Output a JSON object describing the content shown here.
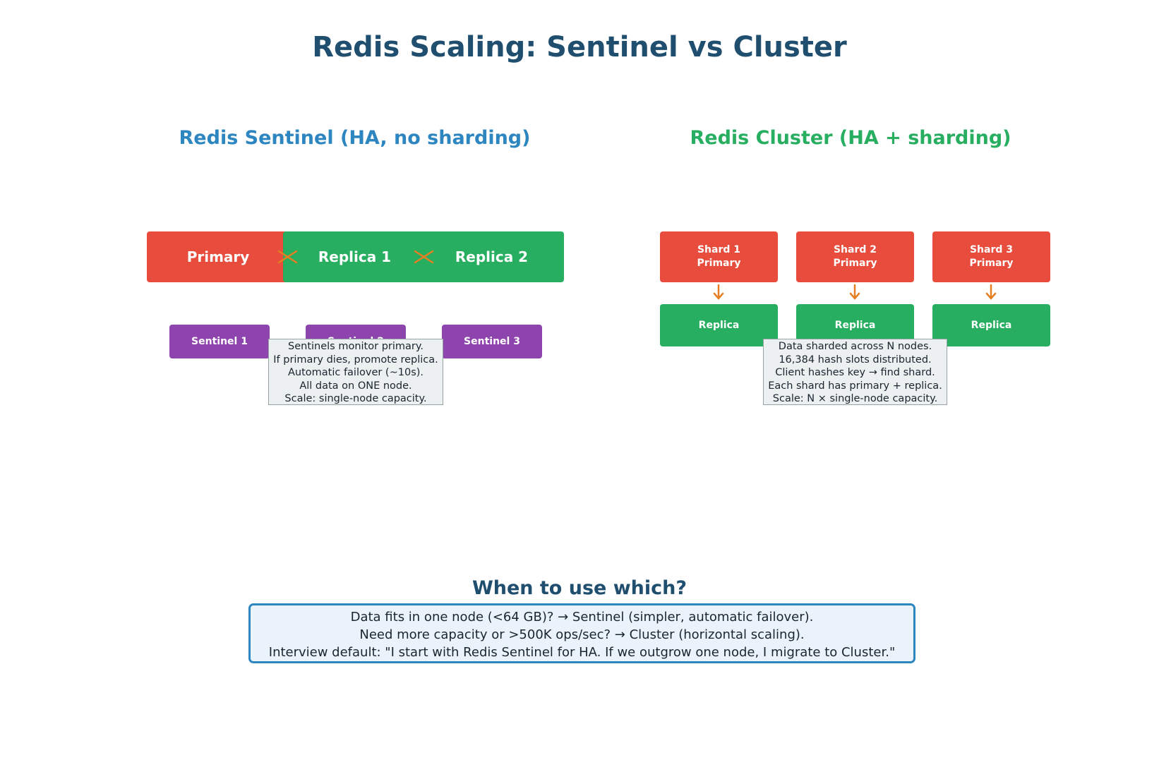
{
  "title": "Redis Scaling: Sentinel vs Cluster",
  "colors": {
    "primary": "#e74c3c",
    "replica": "#27ae60",
    "sentinel": "#8e44ad",
    "arrow": "#e67e22",
    "sentinel_heading": "#2e86c1",
    "cluster_heading": "#27ae60",
    "title": "#1f4e6e"
  },
  "sentinel_section": {
    "heading": "Redis Sentinel (HA, no sharding)",
    "nodes": {
      "primary": "Primary",
      "replica1": "Replica 1",
      "replica2": "Replica 2"
    },
    "sentinels": [
      "Sentinel 1",
      "Sentinel 2",
      "Sentinel 3"
    ],
    "notes": [
      "Sentinels monitor primary.",
      "If primary dies, promote replica.",
      "Automatic failover (~10s).",
      "All data on ONE node.",
      "Scale: single-node capacity."
    ]
  },
  "cluster_section": {
    "heading": "Redis Cluster (HA + sharding)",
    "shards": [
      {
        "primary": "Shard 1\nPrimary",
        "replica": "Replica"
      },
      {
        "primary": "Shard 2\nPrimary",
        "replica": "Replica"
      },
      {
        "primary": "Shard 3\nPrimary",
        "replica": "Replica"
      }
    ],
    "notes": [
      "Data sharded across N nodes.",
      "16,384 hash slots distributed.",
      "Client hashes key → find shard.",
      "Each shard has primary + replica.",
      "Scale: N × single-node capacity."
    ]
  },
  "when": {
    "heading": "When to use which?",
    "lines": [
      "Data fits in one node (<64 GB)? → Sentinel (simpler, automatic failover).",
      "Need more capacity or >500K ops/sec? → Cluster (horizontal scaling).",
      "Interview default: \"I start with Redis Sentinel for HA. If we outgrow one node, I migrate to Cluster.\""
    ]
  }
}
